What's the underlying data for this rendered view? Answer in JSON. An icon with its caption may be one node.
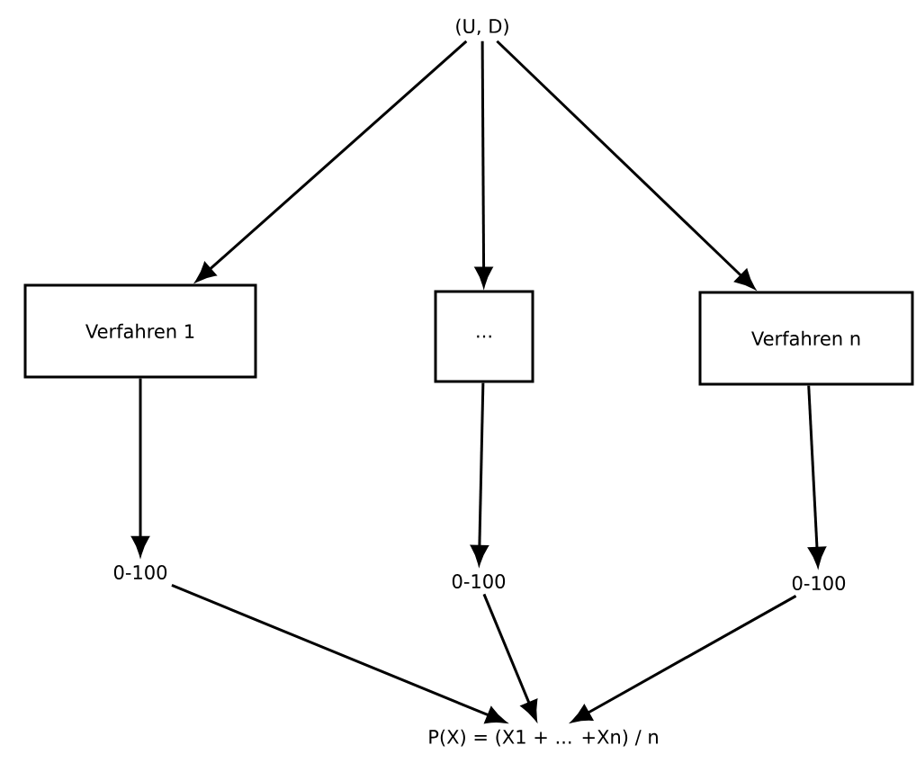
{
  "diagram": {
    "nodes": [
      {
        "text": [
          "(U, D)"
        ]
      },
      {
        "text": [
          "Verfahren 1"
        ]
      },
      {
        "text": [
          "..."
        ]
      },
      {
        "text": [
          "Verfahren n"
        ]
      },
      {
        "text": [
          "0-100"
        ]
      },
      {
        "text": [
          "0-100"
        ]
      },
      {
        "text": [
          "0-100"
        ]
      },
      {
        "text": [
          "P(X) = (X1 + ... +Xn) / n"
        ]
      }
    ],
    "edges": [
      {
        "from": 0,
        "to": 1,
        "arrow": "to"
      },
      {
        "from": 0,
        "to": 2,
        "arrow": "to"
      },
      {
        "from": 0,
        "to": 3,
        "arrow": "to"
      },
      {
        "from": 1,
        "to": 4,
        "arrow": "to"
      },
      {
        "from": 2,
        "to": 5,
        "arrow": "to"
      },
      {
        "from": 3,
        "to": 6,
        "arrow": "to"
      },
      {
        "from": 4,
        "to": 7,
        "arrow": "to"
      },
      {
        "from": 5,
        "to": 7,
        "arrow": "to"
      },
      {
        "from": 6,
        "to": 7,
        "arrow": "to"
      }
    ]
  }
}
